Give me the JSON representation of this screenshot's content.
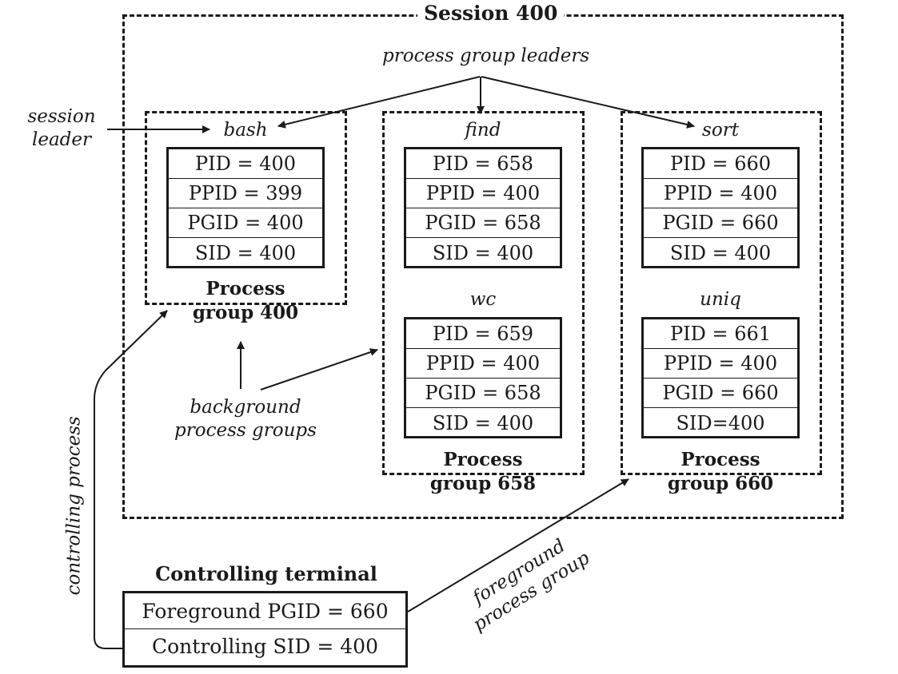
{
  "session": {
    "title": "Session 400"
  },
  "annotations": {
    "process_group_leaders": "process group leaders",
    "session_leader": [
      "session",
      "leader"
    ],
    "background_process_groups": [
      "background",
      "process groups"
    ],
    "controlling_process": "controlling process",
    "foreground_process_group": [
      "foreground",
      "process group"
    ]
  },
  "groups": {
    "g400": {
      "label": [
        "Process",
        "group 400"
      ],
      "processes": [
        {
          "name": "bash",
          "fields": [
            "PID = 400",
            "PPID = 399",
            "PGID = 400",
            "SID = 400"
          ]
        }
      ]
    },
    "g658": {
      "label": [
        "Process",
        "group 658"
      ],
      "processes": [
        {
          "name": "find",
          "fields": [
            "PID = 658",
            "PPID = 400",
            "PGID = 658",
            "SID = 400"
          ]
        },
        {
          "name": "wc",
          "fields": [
            "PID = 659",
            "PPID = 400",
            "PGID = 658",
            "SID = 400"
          ]
        }
      ]
    },
    "g660": {
      "label": [
        "Process",
        "group 660"
      ],
      "processes": [
        {
          "name": "sort",
          "fields": [
            "PID = 660",
            "PPID = 400",
            "PGID = 660",
            "SID = 400"
          ]
        },
        {
          "name": "uniq",
          "fields": [
            "PID = 661",
            "PPID = 400",
            "PGID = 660",
            "SID=400"
          ]
        }
      ]
    }
  },
  "terminal": {
    "title": "Controlling terminal",
    "rows": [
      "Foreground PGID = 660",
      "Controlling SID = 400"
    ]
  }
}
